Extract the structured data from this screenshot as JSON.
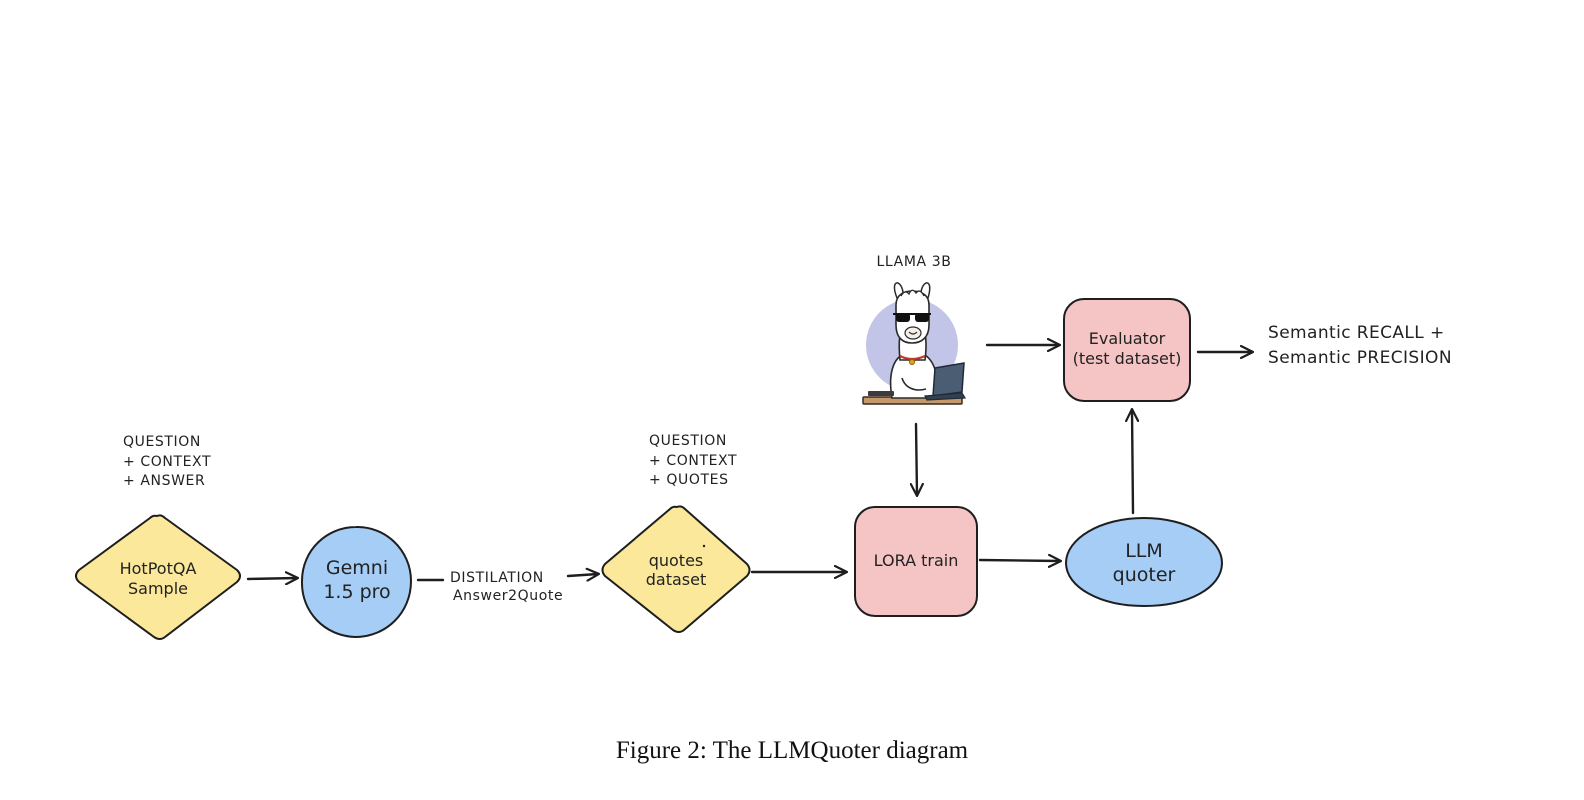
{
  "caption": "Figure 2: The LLMQuoter diagram",
  "nodes": {
    "hotpotqa": {
      "line1": "HotPotQA",
      "line2": "Sample"
    },
    "gemini": {
      "line1": "Gemni",
      "line2": "1.5 pro"
    },
    "quotes_dataset": {
      "line1": "quotes",
      "line2": "dataset"
    },
    "lora_train": {
      "label": "LORA train"
    },
    "llm_quoter": {
      "line1": "LLM",
      "line2": "quoter"
    },
    "evaluator": {
      "line1": "Evaluator",
      "line2": "(test dataset)"
    },
    "llama": {
      "label": "LLAMA 3B",
      "icon": "llama-with-sunglasses-at-computer-icon"
    }
  },
  "annotations": {
    "input_fields": [
      "QUESTION",
      "+ CONTEXT",
      "+ ANSWER"
    ],
    "dataset_fields": [
      "QUESTION",
      "+ CONTEXT",
      "+ QUOTES"
    ],
    "distillation": {
      "line1": "DISTILATION",
      "line2": "Answer2Quote"
    },
    "output": {
      "line1": "Semantic RECALL +",
      "line2": "Semantic PRECISION"
    }
  },
  "colors": {
    "yellow_fill": "#fbe89a",
    "blue_fill": "#a5cdf6",
    "pink_fill": "#f5c4c4",
    "llama_halo": "#c2c4e8",
    "stroke": "#1e1e1e"
  }
}
